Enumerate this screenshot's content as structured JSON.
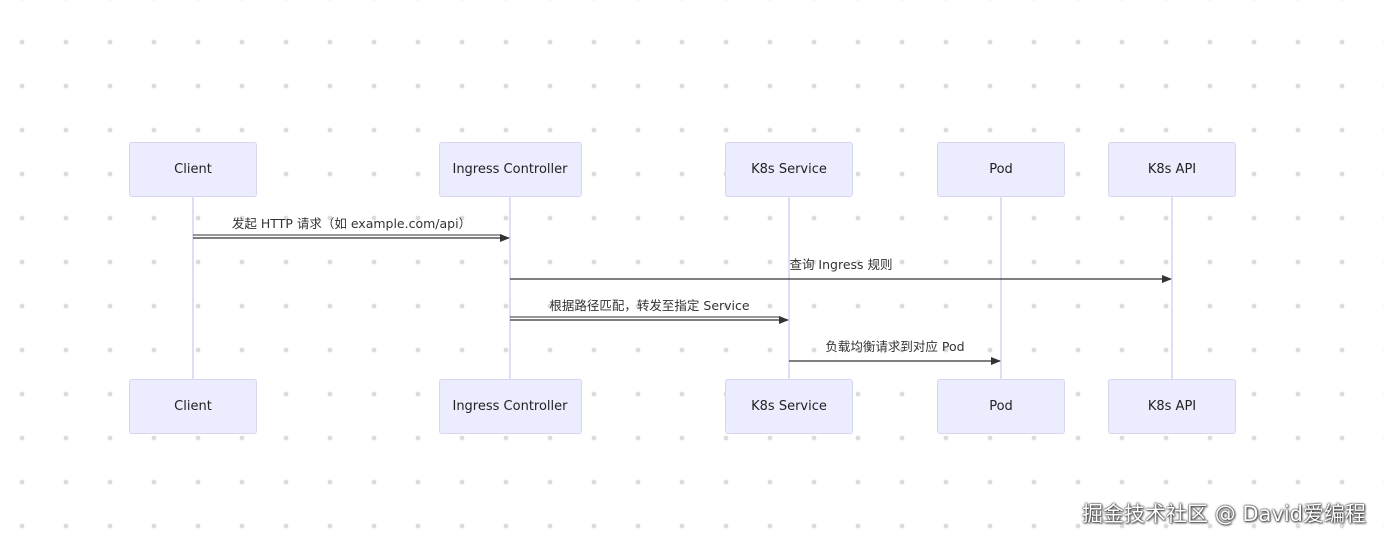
{
  "actors": [
    {
      "id": "client",
      "label": "Client"
    },
    {
      "id": "ingress",
      "label": "Ingress Controller"
    },
    {
      "id": "service",
      "label": "K8s Service"
    },
    {
      "id": "pod",
      "label": "Pod"
    },
    {
      "id": "api",
      "label": "K8s API"
    }
  ],
  "messages": [
    {
      "from": "client",
      "to": "ingress",
      "label": "发起 HTTP 请求（如 example.com/api）",
      "double_line": true
    },
    {
      "from": "ingress",
      "to": "api",
      "label": "查询 Ingress 规则",
      "double_line": false
    },
    {
      "from": "ingress",
      "to": "service",
      "label": "根据路径匹配，转发至指定 Service",
      "double_line": true
    },
    {
      "from": "service",
      "to": "pod",
      "label": "负载均衡请求到对应 Pod",
      "double_line": false
    }
  ],
  "watermark": "掘金技术社区 @ David爱编程",
  "colors": {
    "actor_fill": "#ececff",
    "actor_border": "#d6d6ef",
    "lifeline": "#d3d3f3",
    "arrow": "#333333"
  }
}
